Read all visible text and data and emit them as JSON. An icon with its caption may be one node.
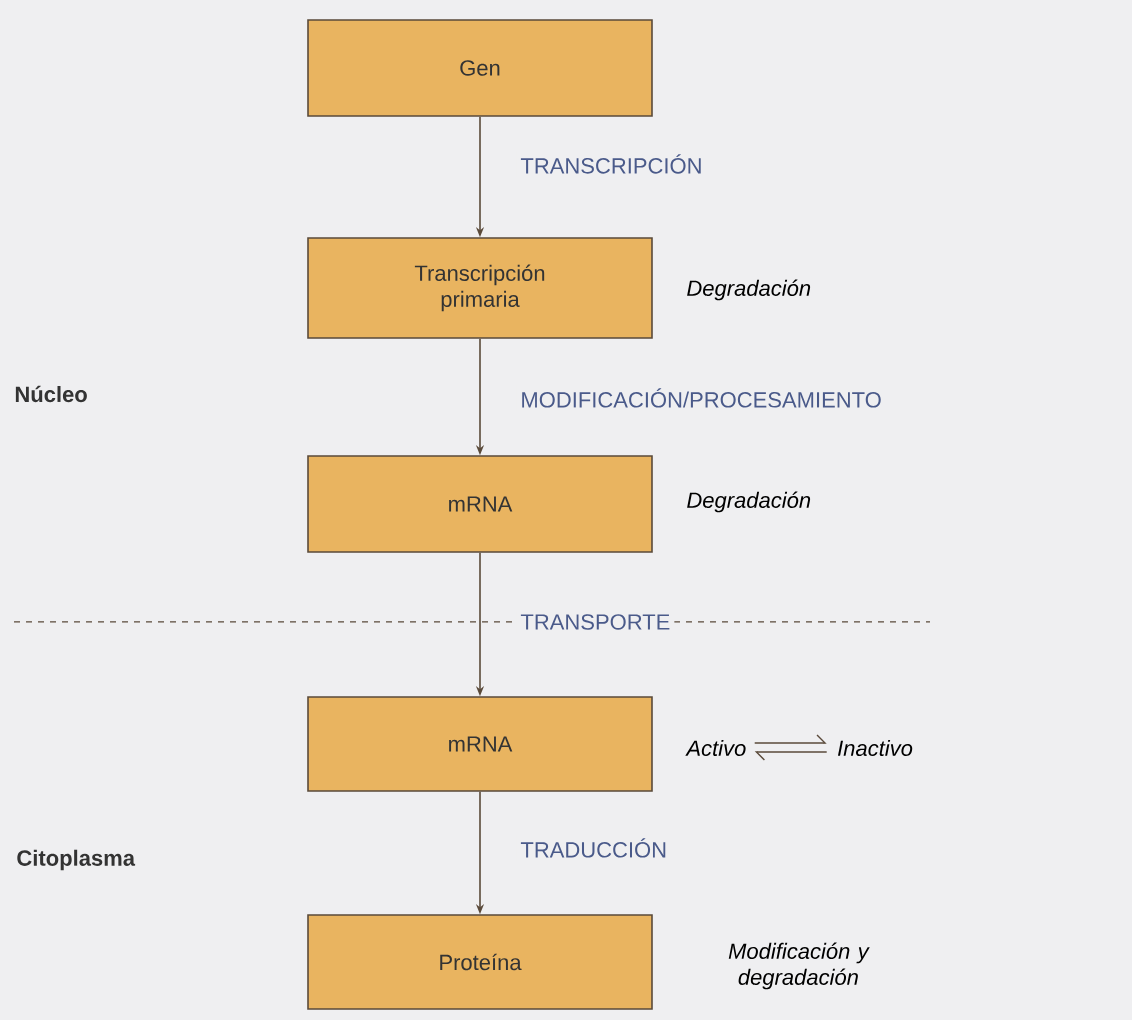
{
  "diagram": {
    "nodes": [
      {
        "text": [
          "Gen"
        ]
      },
      {
        "text": [
          "Transcripción primaria"
        ],
        "beside": [
          "Degradación"
        ]
      },
      {
        "text": [
          "mRNA"
        ],
        "beside": [
          "Degradación"
        ]
      },
      {
        "text": [
          "mRNA"
        ],
        "beside": [
          "Activo"
        ]
      },
      {
        "text": [
          "Proteína"
        ],
        "beside": [
          "Modificación y degradación"
        ]
      }
    ],
    "edges": [
      {
        "from": 0,
        "to": 1,
        "arrow": "to",
        "label": "TRANSCRIPCIÓN"
      },
      {
        "from": 1,
        "to": 2,
        "arrow": "to",
        "label": "MODIFICACIÓN/PROCESAMIENTO"
      },
      {
        "from": 2,
        "to": 3,
        "arrow": "to",
        "label": "TRANSPORTE"
      },
      {
        "from": 3,
        "to": 4,
        "arrow": "to",
        "label": "TRADUCCIÓN"
      }
    ],
    "labels": [
      "Núcleo",
      "Inactivo",
      "Citoplasma"
    ]
  }
}
